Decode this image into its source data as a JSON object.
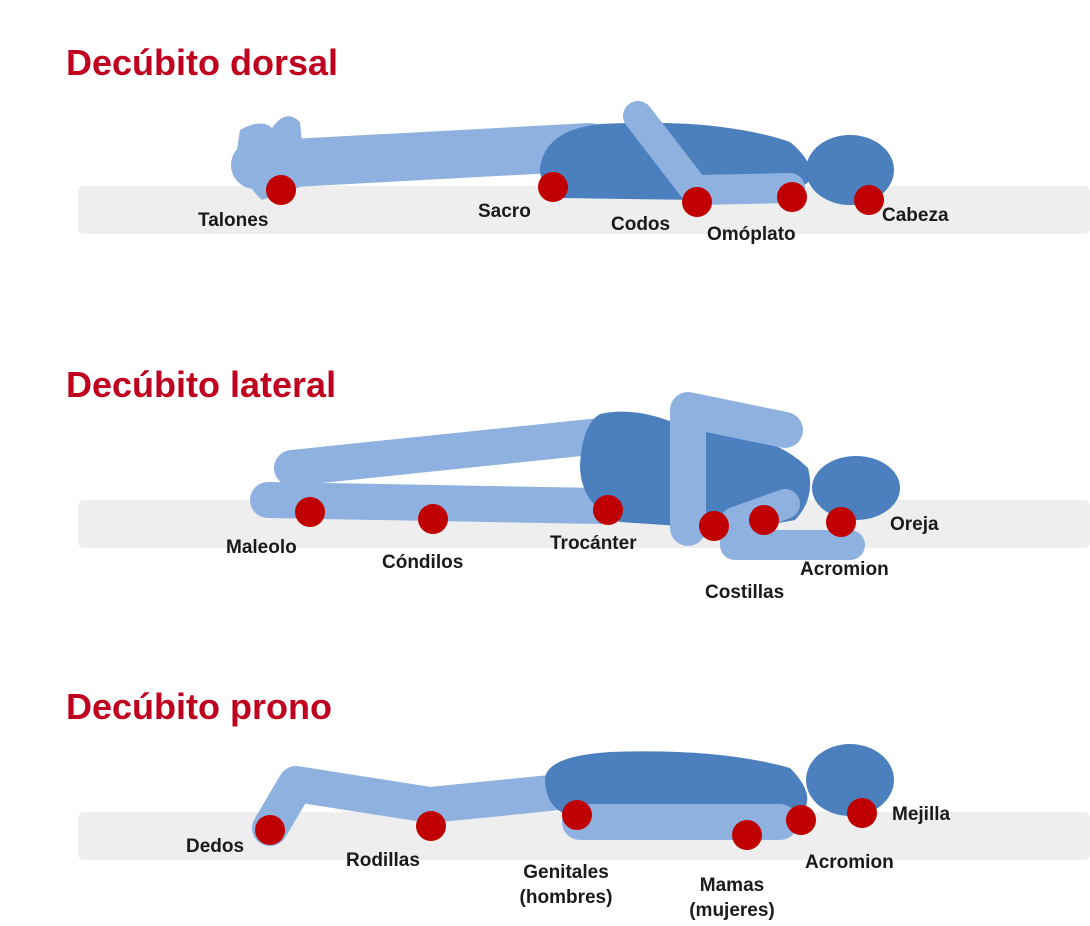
{
  "colors": {
    "bed": "#eeeeee",
    "limb_light": "#8eb1e0",
    "body_dark": "#4c7fbd",
    "point": "#c00000",
    "title": "#c0001f"
  },
  "positions": [
    {
      "title": "Decúbito dorsal",
      "points": [
        "Talones",
        "Sacro",
        "Codos",
        "Omóplato",
        "Cabeza"
      ]
    },
    {
      "title": "Decúbito lateral",
      "points": [
        "Maleolo",
        "Cóndilos",
        "Trocánter",
        "Costillas",
        "Acromion",
        "Oreja"
      ]
    },
    {
      "title": "Decúbito prono",
      "points": [
        "Dedos",
        "Rodillas",
        "Genitales (hombres)",
        "Mamas (mujeres)",
        "Acromion",
        "Mejilla"
      ],
      "genitales_lines": [
        "Genitales",
        "(hombres)"
      ],
      "mamas_lines": [
        "Mamas",
        "(mujeres)"
      ]
    }
  ]
}
